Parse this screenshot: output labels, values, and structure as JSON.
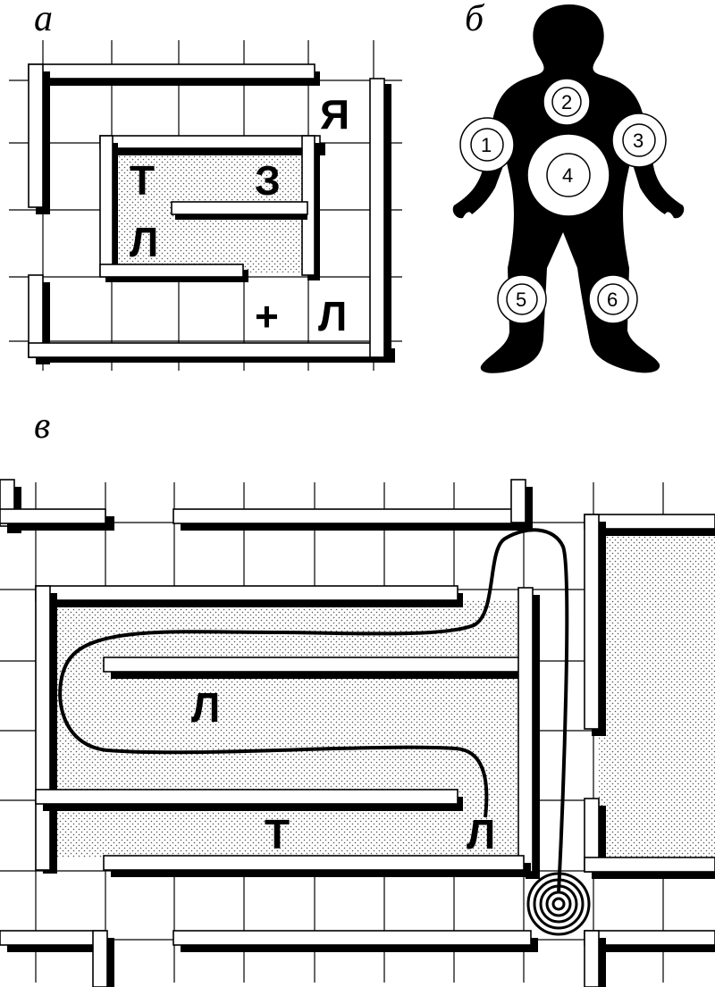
{
  "panels": {
    "a": {
      "label": "а",
      "cells": [
        "Я",
        "Т",
        "З",
        "Л",
        "+",
        "Л"
      ]
    },
    "b": {
      "label": "б",
      "numbers": [
        "1",
        "2",
        "3",
        "4",
        "5",
        "6"
      ]
    },
    "c": {
      "label": "в",
      "cells": [
        "Л",
        "Т",
        "Л"
      ]
    }
  },
  "colors": {
    "ink": "#000000",
    "background": "#ffffff",
    "shade_dots": "#555555"
  },
  "icons": [
    "human-figure-icon",
    "coiled-rope-icon"
  ]
}
